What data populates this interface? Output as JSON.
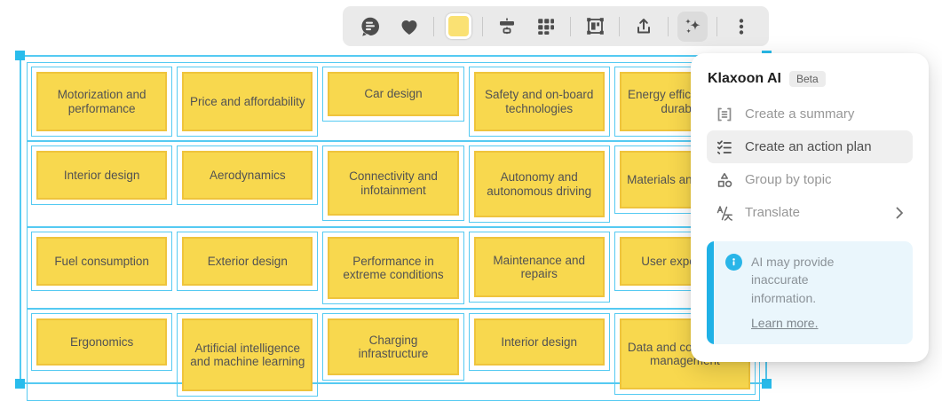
{
  "toolbar": {
    "icons": [
      "comment-icon",
      "heart-icon",
      "color-swatch",
      "distribute-icon",
      "grid-icon",
      "frame-icon",
      "export-icon",
      "ai-sparkles-icon",
      "more-options-icon"
    ],
    "swatch_color": "#FAE173",
    "active_tool": "ai-sparkles-icon"
  },
  "board": {
    "rows": [
      [
        "Motorization and performance",
        "Price and affordability",
        "Car design",
        "Safety and on-board technologies",
        "Energy efficiency and durability"
      ],
      [
        "Interior design",
        "Aerodynamics",
        "Connectivity and infotainment",
        "Autonomy and autonomous driving",
        "Materials and finishes"
      ],
      [
        "Fuel consumption",
        "Exterior design",
        "Performance in extreme conditions",
        "Maintenance and repairs",
        "User experience"
      ],
      [
        "Ergonomics",
        "Artificial intelligence and machine learning",
        "Charging infrastructure",
        "Interior design",
        "Data and connectivity management"
      ]
    ]
  },
  "popup": {
    "title": "Klaxoon AI",
    "badge": "Beta",
    "items": [
      {
        "label": "Create a summary",
        "icon": "summary-icon"
      },
      {
        "label": "Create an action plan",
        "icon": "action-plan-icon",
        "active": true
      },
      {
        "label": "Group by topic",
        "icon": "group-icon"
      },
      {
        "label": "Translate",
        "icon": "translate-icon",
        "submenu": true
      }
    ],
    "notice": {
      "text": "AI may provide inaccurate information.",
      "link": "Learn more."
    }
  },
  "colors": {
    "selection_line": "#55CAF2",
    "selection_handle": "#29BCEC",
    "note_fill": "#F8D84E",
    "note_border": "#EFC43C",
    "accent_blue": "#29B5E8",
    "toolbar_bg": "#EAEAEA"
  }
}
